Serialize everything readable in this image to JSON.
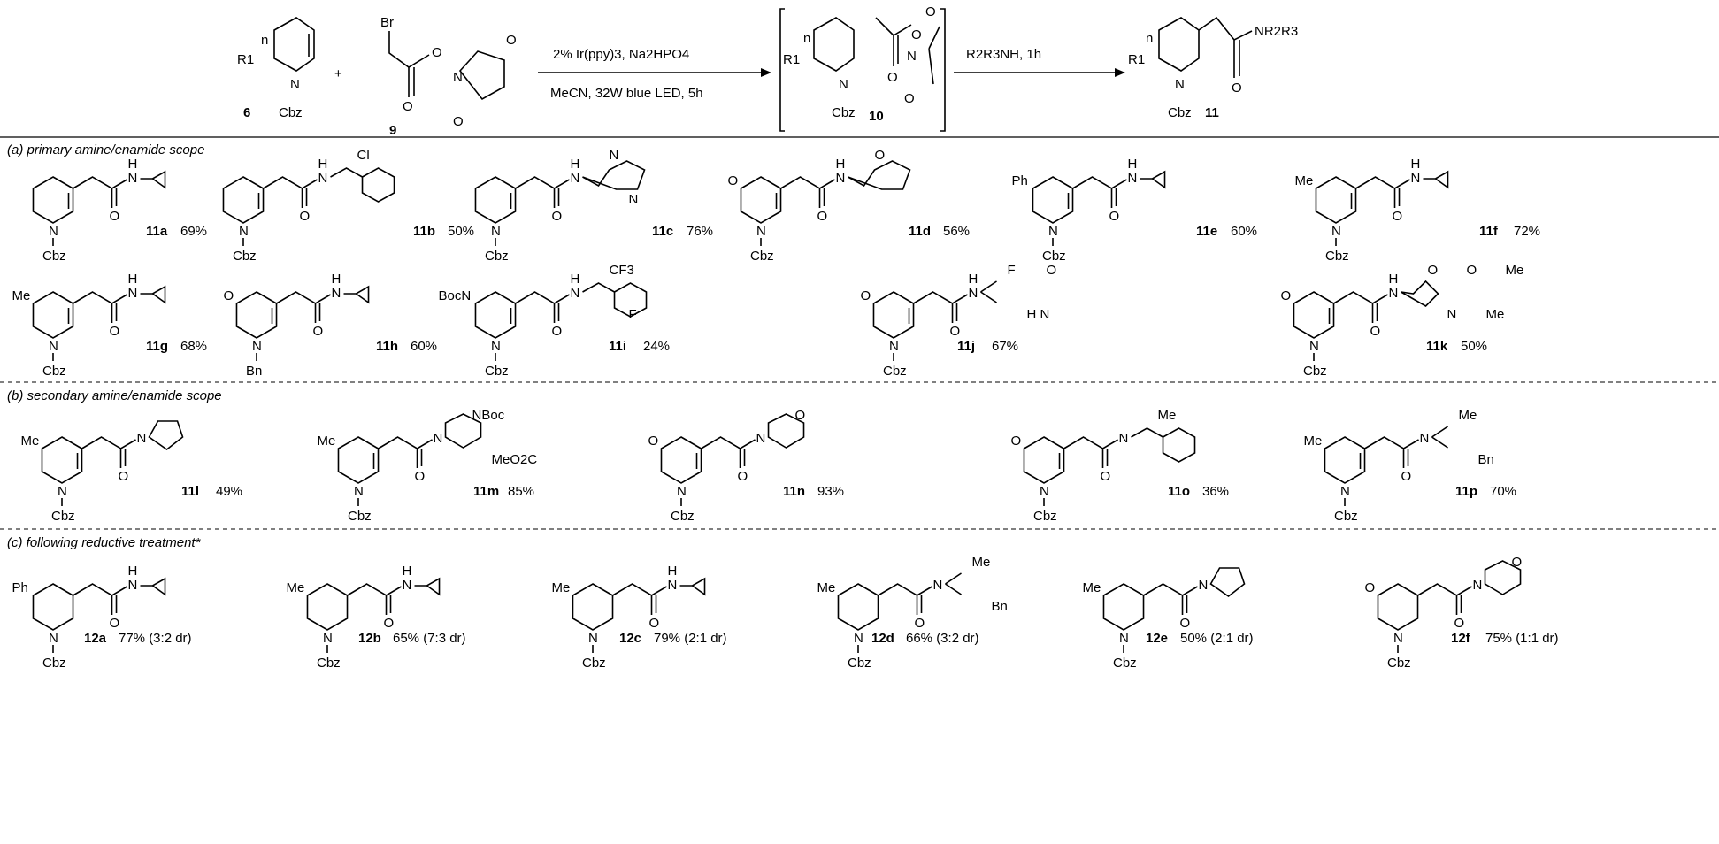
{
  "scheme": {
    "reactant1": {
      "label": "6",
      "atoms": [
        "R1",
        "n",
        "N",
        "Cbz"
      ]
    },
    "plus": "+",
    "reactant2": {
      "label": "9",
      "atoms": [
        "Br",
        "O",
        "O",
        "N",
        "O",
        "O"
      ]
    },
    "arrow1": {
      "top": "2% Ir(ppy)3, Na2HPO4",
      "bottom": "MeCN, 32W blue LED, 5h"
    },
    "intermediate": {
      "label": "10",
      "atoms": [
        "R1",
        "n",
        "N",
        "Cbz",
        "O",
        "O",
        "N",
        "O",
        "O"
      ]
    },
    "arrow2": {
      "top": "R2R3NH, 1h"
    },
    "product": {
      "label": "11",
      "atoms": [
        "R1",
        "n",
        "N",
        "Cbz",
        "O",
        "NR2R3"
      ]
    }
  },
  "sections": [
    {
      "title": "(a) primary amine/enamide scope"
    },
    {
      "title": "(b) secondary amine/enamide scope"
    },
    {
      "title": "(c) following reductive treatment*"
    }
  ],
  "compounds": [
    {
      "id": "11a",
      "yield": "69%",
      "ring_sub": "",
      "n_sub": "Cbz",
      "amine": "H N",
      "group": "tri",
      "extra": []
    },
    {
      "id": "11b",
      "yield": "50%",
      "ring_sub": "",
      "n_sub": "Cbz",
      "amine": "H N",
      "group": "aryl",
      "extra": [
        "Cl"
      ]
    },
    {
      "id": "11c",
      "yield": "76%",
      "ring_sub": "",
      "n_sub": "Cbz",
      "amine": "H N",
      "group": "pyrazine",
      "extra": [
        "N",
        "N"
      ]
    },
    {
      "id": "11d",
      "yield": "56%",
      "ring_sub": "O",
      "n_sub": "Cbz",
      "amine": "H N",
      "group": "furan",
      "extra": [
        "O"
      ]
    },
    {
      "id": "11e",
      "yield": "60%",
      "ring_sub": "Ph",
      "n_sub": "Cbz",
      "amine": "H N",
      "group": "tri",
      "extra": []
    },
    {
      "id": "11f",
      "yield": "72%",
      "ring_sub": "Me",
      "n_sub": "Cbz",
      "amine": "H N",
      "group": "tri",
      "extra": []
    },
    {
      "id": "11g",
      "yield": "68%",
      "ring_sub": "Me",
      "n_sub": "Cbz",
      "amine": "H N",
      "group": "tri",
      "extra": []
    },
    {
      "id": "11h",
      "yield": "60%",
      "ring_sub": "O",
      "n_sub": "Bn",
      "amine": "H N",
      "group": "tri",
      "extra": []
    },
    {
      "id": "11i",
      "yield": "24%",
      "ring_sub": "BocN",
      "n_sub": "Cbz",
      "amine": "H N",
      "group": "aryl",
      "extra": [
        "CF3",
        "F"
      ]
    },
    {
      "id": "11j",
      "yield": "67%",
      "ring_sub": "O",
      "n_sub": "Cbz",
      "amine": "H N",
      "group": "ipr",
      "extra": [
        "F",
        "H N",
        "O"
      ]
    },
    {
      "id": "11k",
      "yield": "50%",
      "ring_sub": "O",
      "n_sub": "Cbz",
      "amine": "H N",
      "group": "oxetane",
      "extra": [
        "O",
        "N",
        "O",
        "Me",
        "Me"
      ]
    },
    {
      "id": "11l",
      "yield": "49%",
      "ring_sub": "Me",
      "n_sub": "Cbz",
      "amine": "N",
      "group": "pyrrolidine",
      "extra": []
    },
    {
      "id": "11m",
      "yield": "85%",
      "ring_sub": "Me",
      "n_sub": "Cbz",
      "amine": "N",
      "group": "piperazine",
      "extra": [
        "NBoc",
        "MeO2C"
      ]
    },
    {
      "id": "11n",
      "yield": "93%",
      "ring_sub": "O",
      "n_sub": "Cbz",
      "amine": "N",
      "group": "morpholine",
      "extra": [
        "O"
      ]
    },
    {
      "id": "11o",
      "yield": "36%",
      "ring_sub": "O",
      "n_sub": "Cbz",
      "amine": "N",
      "group": "thiq",
      "extra": [
        "Me"
      ]
    },
    {
      "id": "11p",
      "yield": "70%",
      "ring_sub": "Me",
      "n_sub": "Cbz",
      "amine": "N",
      "group": "nbn",
      "extra": [
        "Me",
        "Bn"
      ]
    },
    {
      "id": "12a",
      "yield": "77% (3:2 dr)",
      "ring_sub": "Ph",
      "n_sub": "Cbz",
      "amine": "H N",
      "group": "tri",
      "extra": []
    },
    {
      "id": "12b",
      "yield": "65% (7:3 dr)",
      "ring_sub": "Me",
      "n_sub": "Cbz",
      "amine": "H N",
      "group": "tri",
      "extra": []
    },
    {
      "id": "12c",
      "yield": "79% (2:1 dr)",
      "ring_sub": "Me",
      "n_sub": "Cbz",
      "amine": "H N",
      "group": "tri",
      "extra": []
    },
    {
      "id": "12d",
      "yield": "66% (3:2 dr)",
      "ring_sub": "Me",
      "n_sub": "Cbz",
      "amine": "N",
      "group": "nbn",
      "extra": [
        "Me",
        "Bn"
      ]
    },
    {
      "id": "12e",
      "yield": "50% (2:1 dr)",
      "ring_sub": "Me",
      "n_sub": "Cbz",
      "amine": "N",
      "group": "pyrrolidine",
      "extra": []
    },
    {
      "id": "12f",
      "yield": "75% (1:1 dr)",
      "ring_sub": "O",
      "n_sub": "Cbz",
      "amine": "N",
      "group": "morpholine",
      "extra": [
        "O"
      ]
    }
  ]
}
